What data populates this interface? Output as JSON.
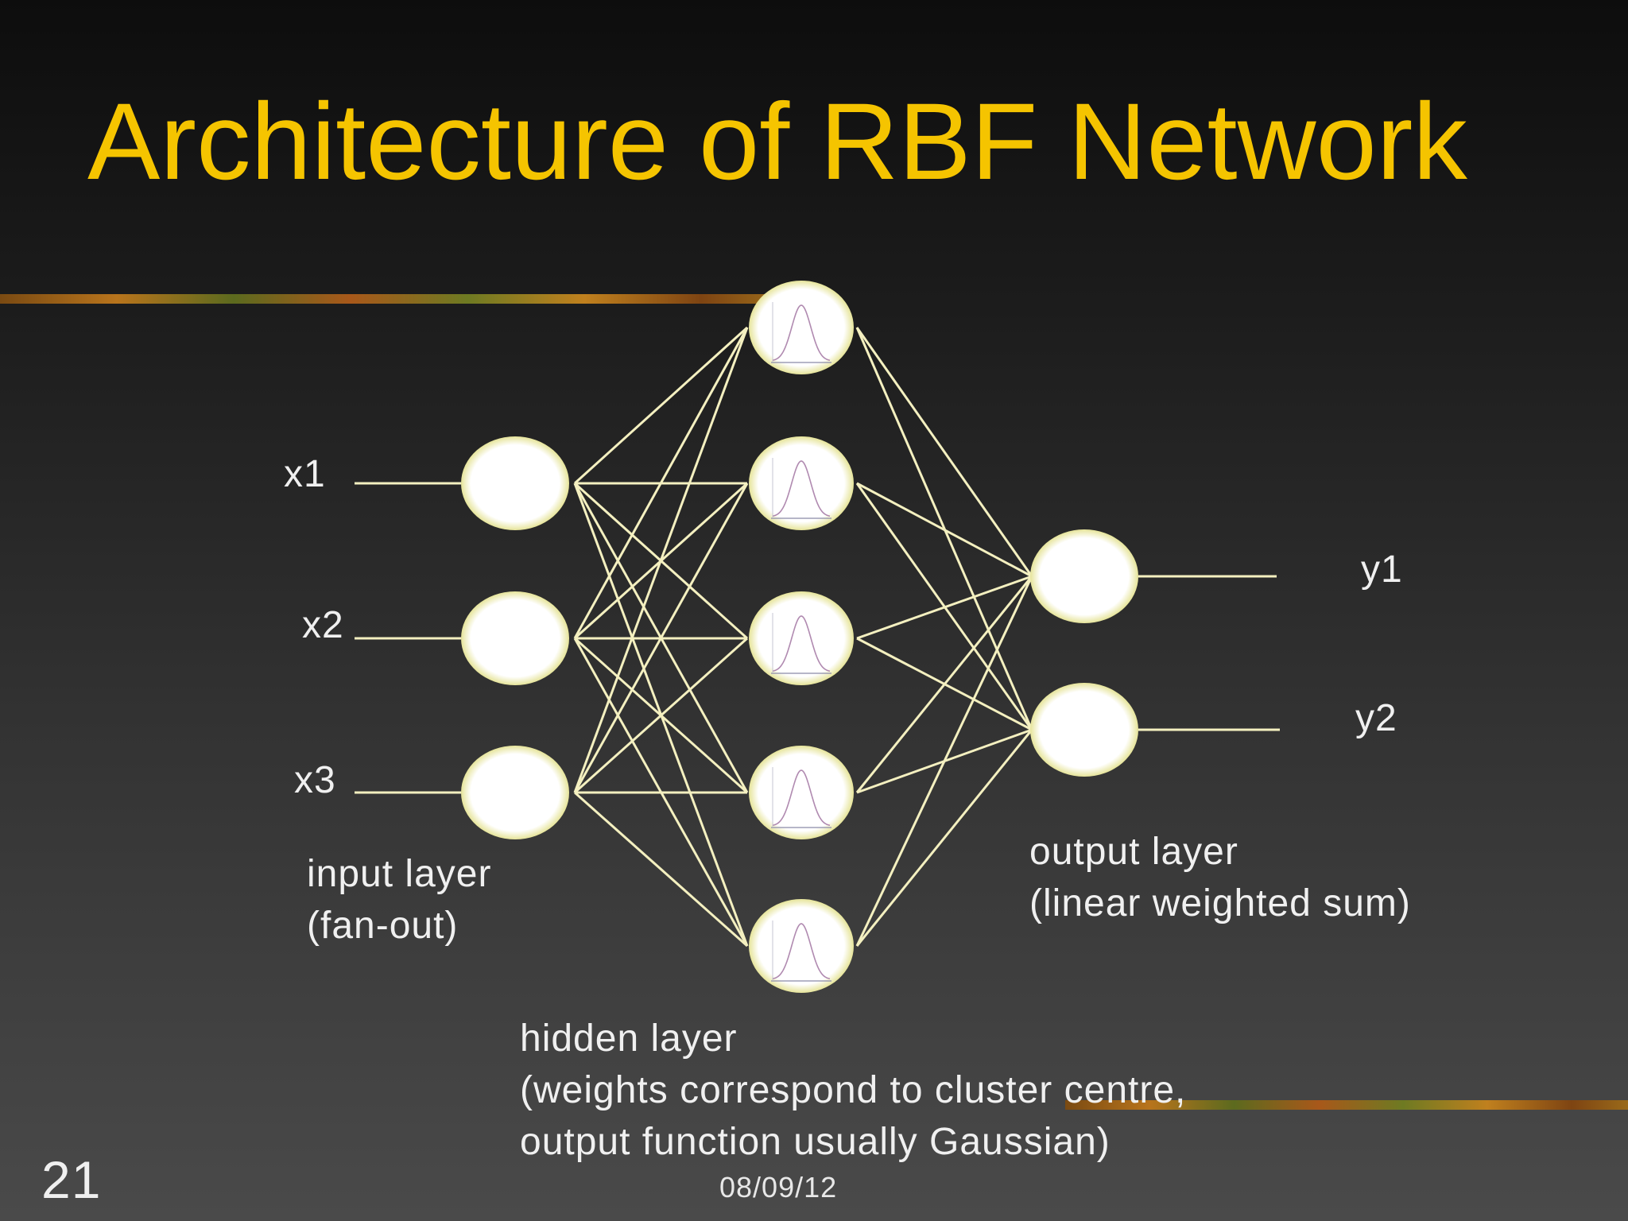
{
  "slide": {
    "title": "Architecture of RBF Network",
    "number": "21",
    "date": "08/09/12"
  },
  "inputs": [
    "x1",
    "x2",
    "x3"
  ],
  "outputs": [
    "y1",
    "y2"
  ],
  "hidden_count": 5,
  "layers": {
    "input": {
      "line1": "input layer",
      "line2": "(fan-out)"
    },
    "output": {
      "line1": "output layer",
      "line2": "(linear weighted sum)"
    },
    "hidden": {
      "line1": "hidden layer",
      "line2": "(weights correspond to cluster centre,",
      "line3": "output function usually Gaussian)"
    }
  },
  "colors": {
    "title": "#f5c400",
    "node_fill": "#fffff0",
    "node_glow": "#e8e6a0",
    "connection": "#f4f0c0",
    "text": "#f0f0f0"
  }
}
